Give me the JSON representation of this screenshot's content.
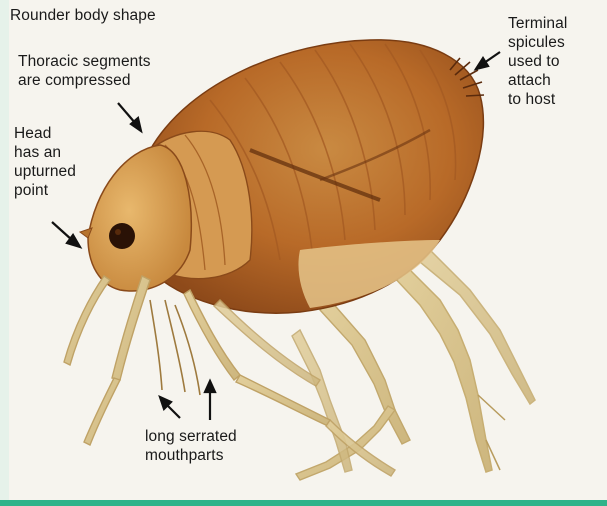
{
  "labels": {
    "body_shape": "Rounder body shape",
    "thoracic": "Thoracic segments\nare compressed",
    "head": "Head\nhas an\nupturned\npoint",
    "spicules": "Terminal\nspicules\nused to\nattach\nto host",
    "mouthparts": "long serrated\nmouthparts"
  },
  "colors": {
    "background": "#f6f4ee",
    "left_edge": "#e6f2ea",
    "bottom_edge": "#2fb38a",
    "body_dark": "#9a4e1c",
    "body_mid": "#c27b33",
    "body_light": "#e3b06a",
    "leg": "#d8c28e",
    "arrow": "#111111"
  },
  "icons": [
    "arrow-icon",
    "eye-icon"
  ]
}
